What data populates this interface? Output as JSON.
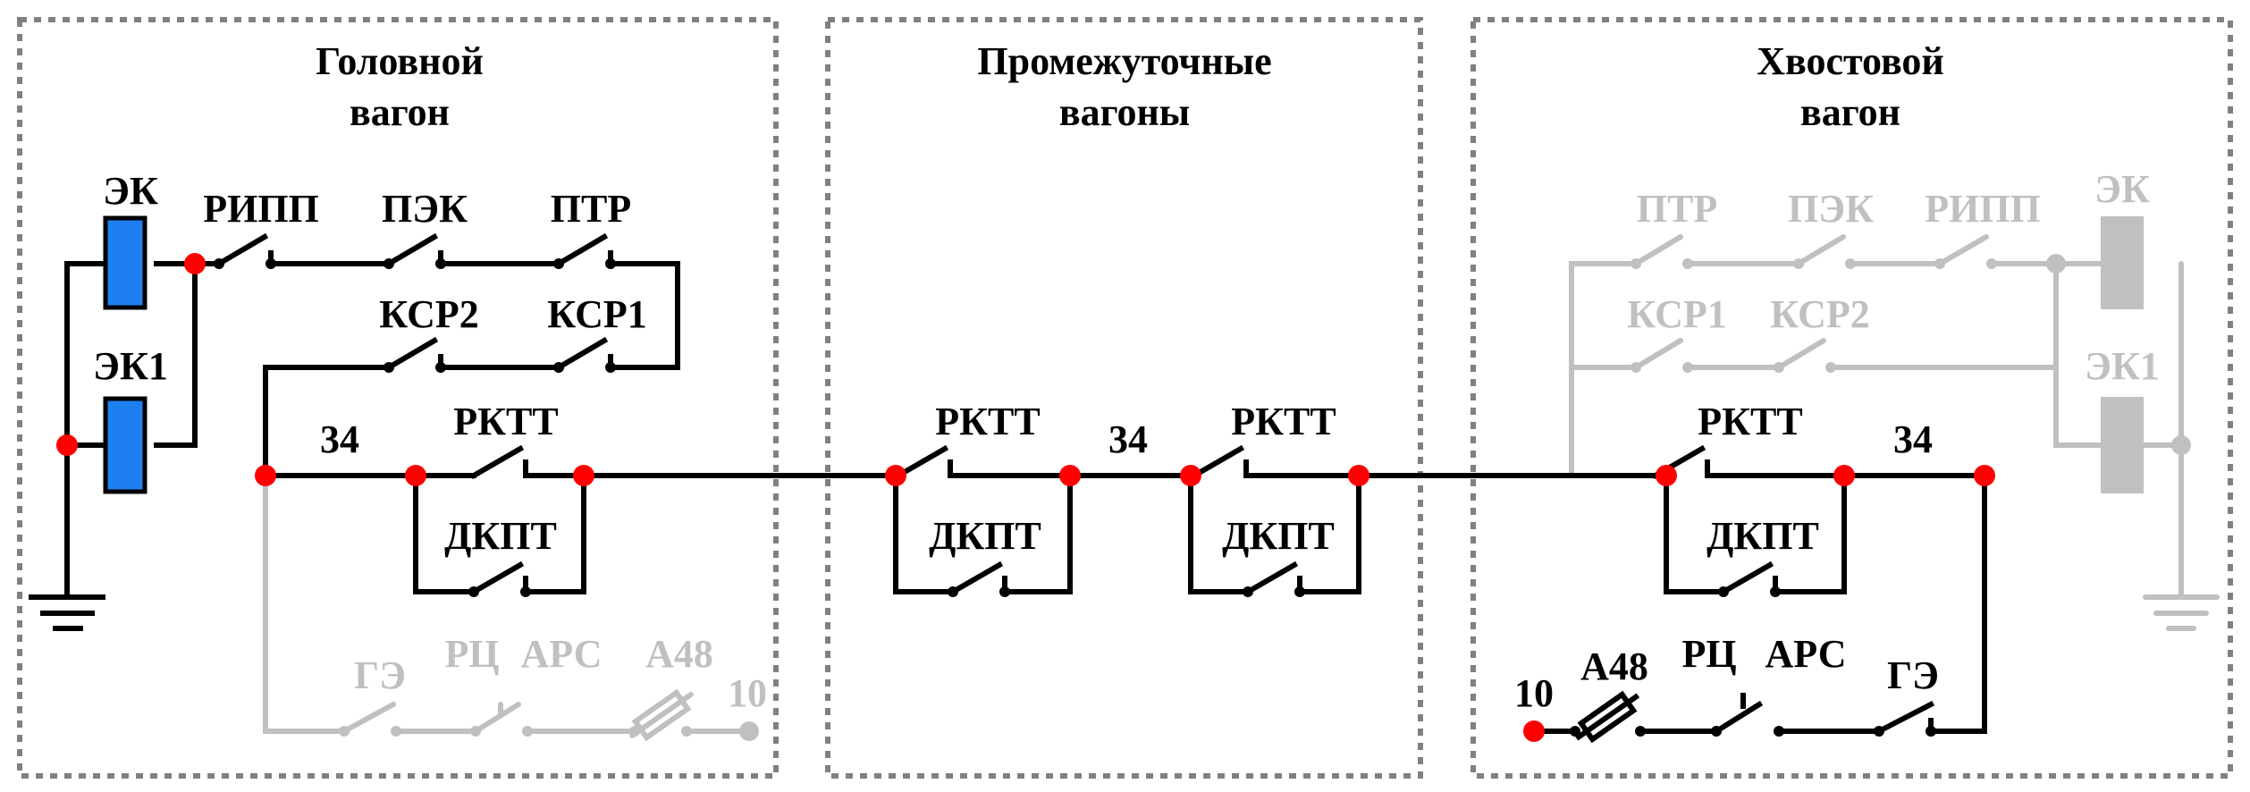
{
  "colors": {
    "active": "#000000",
    "inactive": "#c0c0c0",
    "node": "#ff0000",
    "coil": "#1e7ff0",
    "frame": "#808080"
  },
  "sections": {
    "head": {
      "line1": "Головной",
      "line2": "вагон"
    },
    "middle": {
      "line1": "Промежуточные",
      "line2": "вагоны"
    },
    "tail": {
      "line1": "Хвостовой",
      "line2": "вагон"
    }
  },
  "head": {
    "ek": "ЭК",
    "ek1": "ЭК1",
    "ripp": "РИПП",
    "pek": "ПЭК",
    "ptr": "ПТР",
    "ksr2": "КСР2",
    "ksr1": "КСР1",
    "wire34": "34",
    "rktt": "РКТТ",
    "dkpt": "ДКПТ",
    "ge": "ГЭ",
    "rc": "РЦ",
    "ars": "АРС",
    "a48": "А48",
    "wire10": "10"
  },
  "middle": {
    "rktt_a": "РКТТ",
    "dkpt_a": "ДКПТ",
    "wire34": "34",
    "rktt_b": "РКТТ",
    "dkpt_b": "ДКПТ"
  },
  "tail": {
    "ptr": "ПТР",
    "pek": "ПЭК",
    "ripp": "РИПП",
    "ek": "ЭК",
    "ksr1": "КСР1",
    "ksr2": "КСР2",
    "ek1": "ЭК1",
    "rktt": "РКТТ",
    "wire34": "34",
    "dkpt": "ДКПТ",
    "wire10": "10",
    "a48": "А48",
    "rc": "РЦ",
    "ars": "АРС",
    "ge": "ГЭ"
  }
}
